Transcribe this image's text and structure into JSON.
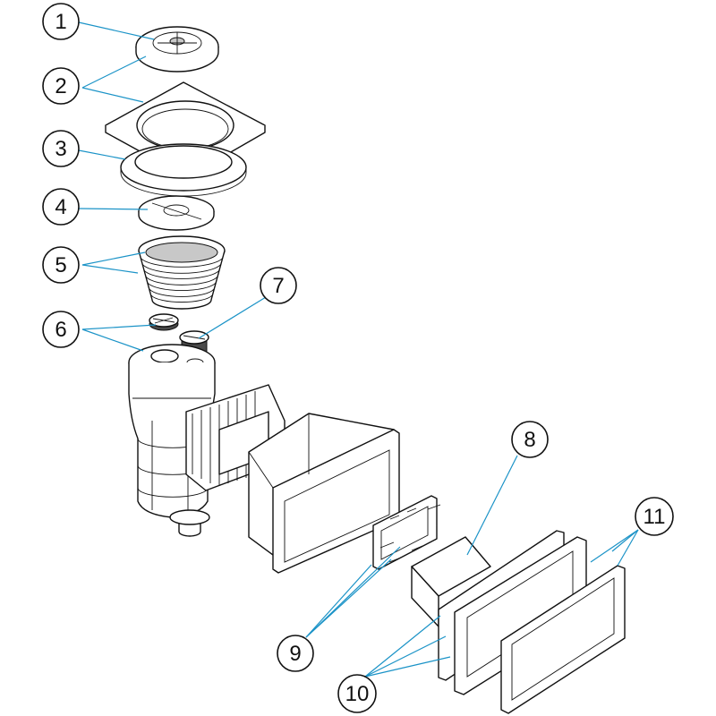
{
  "callouts": [
    {
      "id": "1",
      "label": "1"
    },
    {
      "id": "2",
      "label": "2"
    },
    {
      "id": "3",
      "label": "3"
    },
    {
      "id": "4",
      "label": "4"
    },
    {
      "id": "5",
      "label": "5"
    },
    {
      "id": "6",
      "label": "6"
    },
    {
      "id": "7",
      "label": "7"
    },
    {
      "id": "8",
      "label": "8"
    },
    {
      "id": "9",
      "label": "9"
    },
    {
      "id": "10",
      "label": "10"
    },
    {
      "id": "11",
      "label": "11"
    }
  ],
  "colors": {
    "leader": "#1b93c7",
    "outline": "#111111",
    "shade": "#c8c8c8"
  }
}
